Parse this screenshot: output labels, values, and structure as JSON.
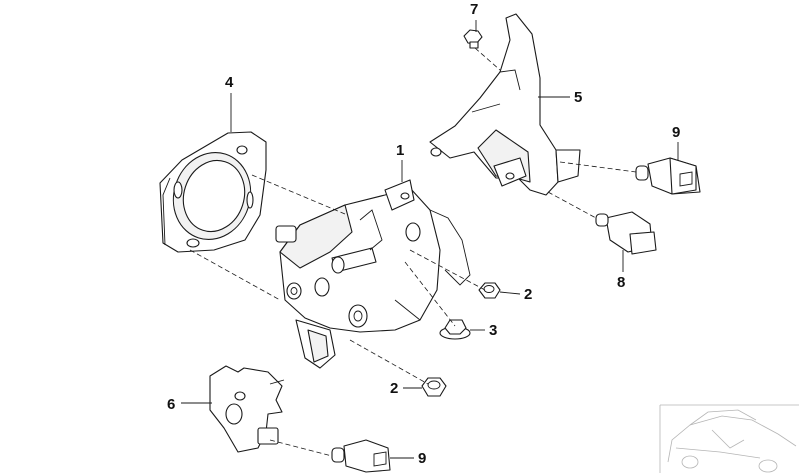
{
  "callouts": {
    "c1": "1",
    "c2a": "2",
    "c2b": "2",
    "c3": "3",
    "c4": "4",
    "c5": "5",
    "c6": "6",
    "c7": "7",
    "c8": "8",
    "c9a": "9",
    "c9b": "9"
  }
}
